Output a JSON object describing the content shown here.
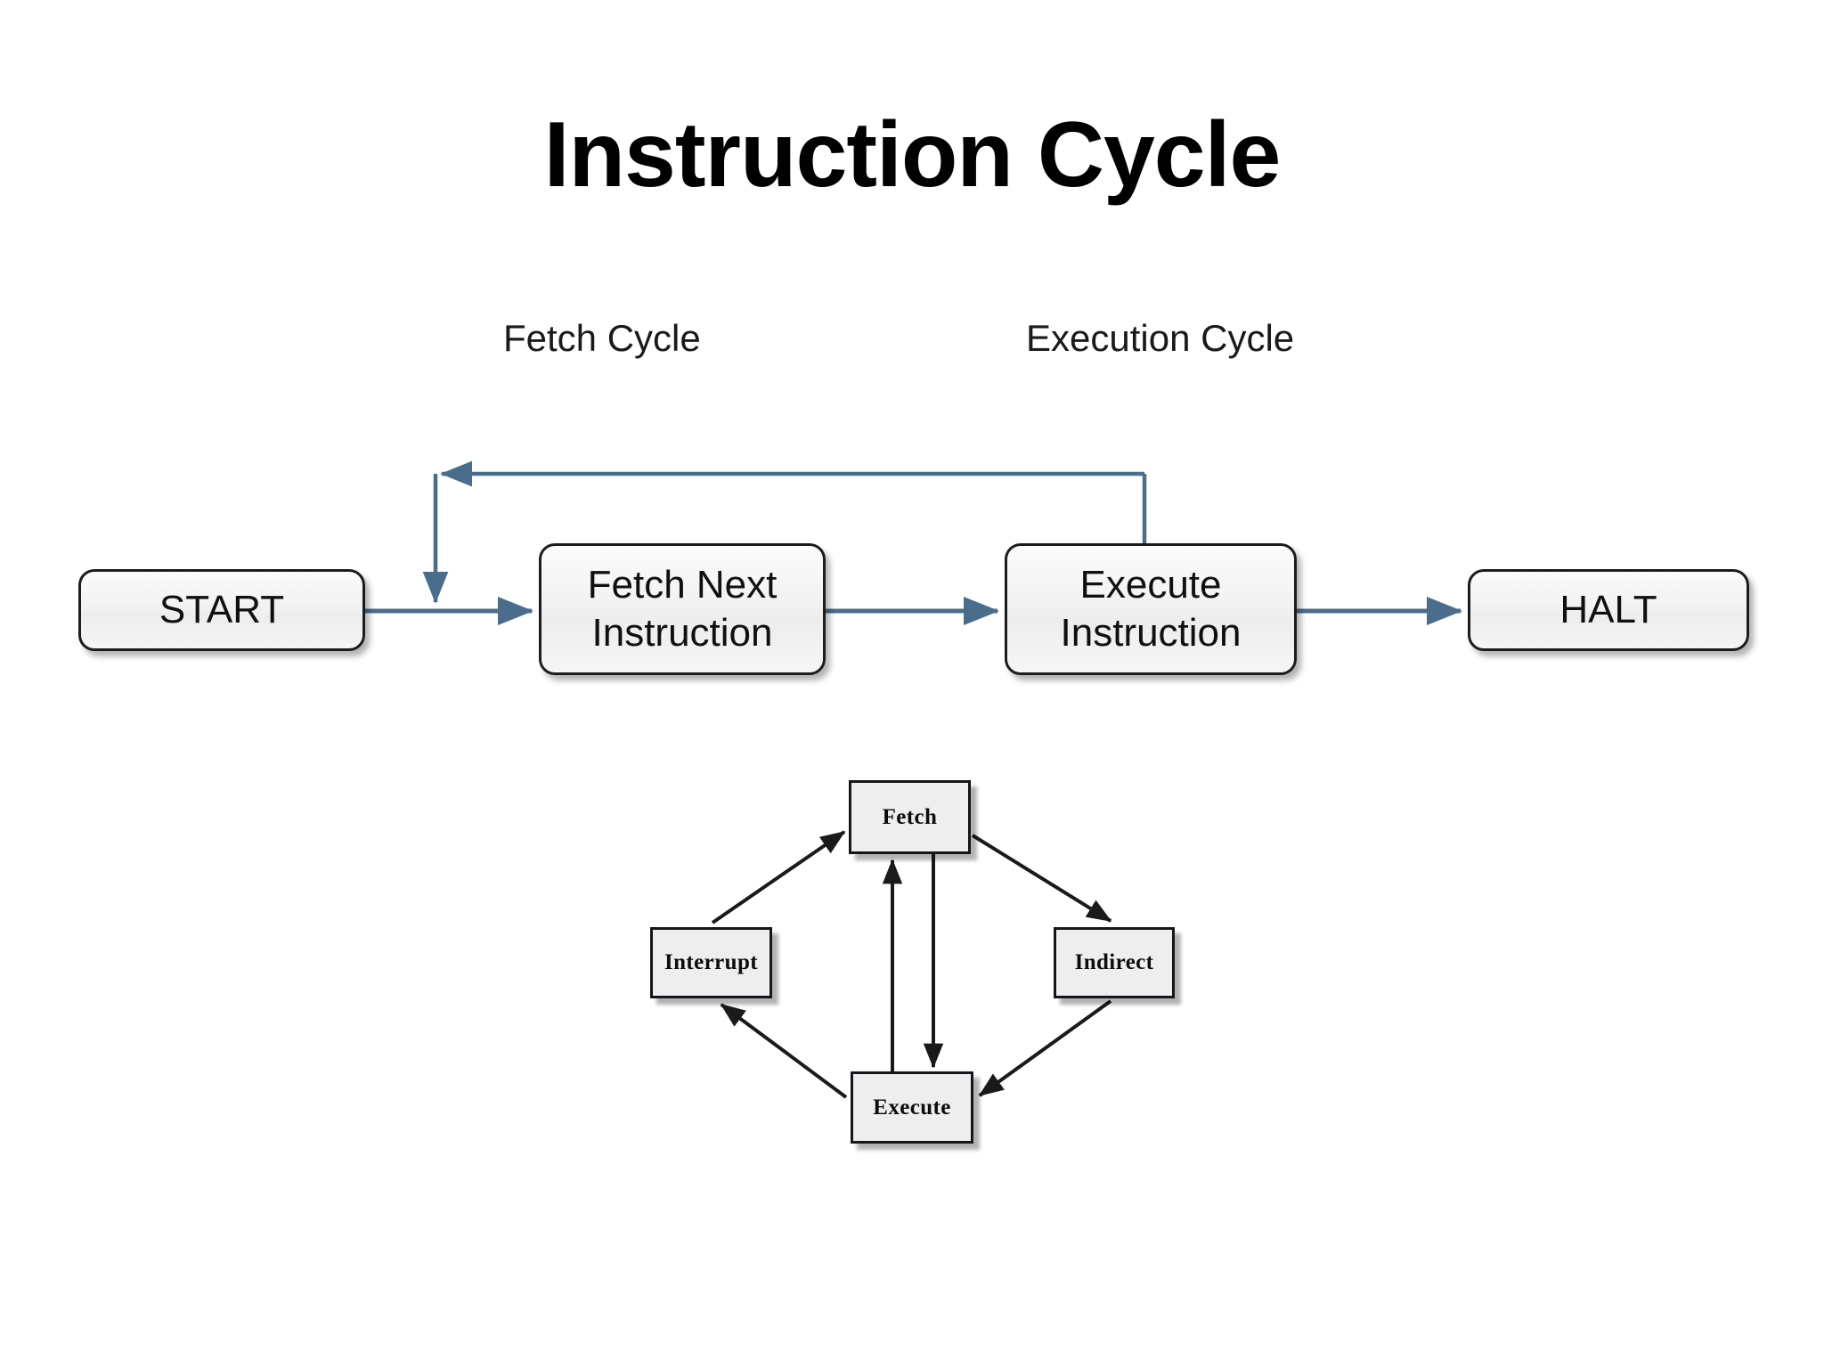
{
  "slide": {
    "title": "Instruction Cycle",
    "background_color": "#ffffff"
  },
  "captions": {
    "fetch_cycle": "Fetch Cycle",
    "execution_cycle": "Execution Cycle"
  },
  "top_flow": {
    "accent_color": "#4a6d8c",
    "box_fill": "#f2f2f2",
    "box_border": "#1c1c1c",
    "boxes": [
      {
        "id": "start",
        "label": "START"
      },
      {
        "id": "fetch-next",
        "label": "Fetch Next\nInstruction",
        "line1": "Fetch Next",
        "line2": "Instruction"
      },
      {
        "id": "execute-instruction",
        "label": "Execute\nInstruction",
        "line1": "Execute",
        "line2": "Instruction"
      },
      {
        "id": "halt",
        "label": "HALT"
      }
    ],
    "connections": [
      {
        "from": "start",
        "to": "fetch-next",
        "kind": "arrow-right"
      },
      {
        "from": "fetch-next",
        "to": "execute-instruction",
        "kind": "arrow-right"
      },
      {
        "from": "execute-instruction",
        "to": "halt",
        "kind": "arrow-right"
      },
      {
        "from": "execute-instruction",
        "to": "fetch-next",
        "kind": "feedback-loop-top"
      }
    ]
  },
  "cycle_diagram": {
    "box_fill": "#eeeeee",
    "box_border": "#15161b",
    "line_color": "#1a1a1a",
    "boxes": [
      {
        "id": "fetch",
        "label": "Fetch",
        "position": "top"
      },
      {
        "id": "indirect",
        "label": "Indirect",
        "position": "right"
      },
      {
        "id": "execute",
        "label": "Execute",
        "position": "bottom"
      },
      {
        "id": "interrupt",
        "label": "Interrupt",
        "position": "left"
      }
    ],
    "connections": [
      {
        "from": "fetch",
        "to": "indirect"
      },
      {
        "from": "indirect",
        "to": "execute"
      },
      {
        "from": "execute",
        "to": "interrupt"
      },
      {
        "from": "interrupt",
        "to": "fetch"
      },
      {
        "from": "fetch",
        "to": "execute"
      },
      {
        "from": "execute",
        "to": "fetch"
      }
    ]
  }
}
